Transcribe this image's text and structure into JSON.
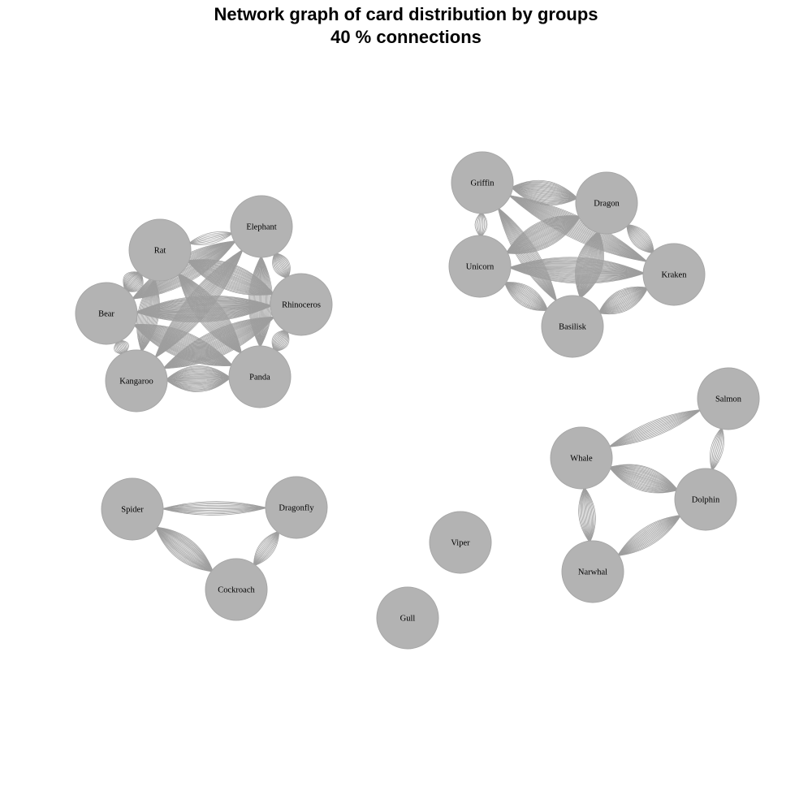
{
  "title": {
    "line1": "Network graph of card distribution by groups",
    "line2": "40 % connections"
  },
  "colors": {
    "node": "#b3b3b3",
    "edge": "#9e9e9e",
    "background": "#ffffff"
  },
  "nodes": [
    {
      "id": "rat",
      "label": "Rat"
    },
    {
      "id": "elephant",
      "label": "Elephant"
    },
    {
      "id": "bear",
      "label": "Bear"
    },
    {
      "id": "rhinoceros",
      "label": "Rhinoceros"
    },
    {
      "id": "kangaroo",
      "label": "Kangaroo"
    },
    {
      "id": "panda",
      "label": "Panda"
    },
    {
      "id": "griffin",
      "label": "Griffin"
    },
    {
      "id": "dragon",
      "label": "Dragon"
    },
    {
      "id": "unicorn",
      "label": "Unicorn"
    },
    {
      "id": "kraken",
      "label": "Kraken"
    },
    {
      "id": "basilisk",
      "label": "Basilisk"
    },
    {
      "id": "salmon",
      "label": "Salmon"
    },
    {
      "id": "whale",
      "label": "Whale"
    },
    {
      "id": "dolphin",
      "label": "Dolphin"
    },
    {
      "id": "narwhal",
      "label": "Narwhal"
    },
    {
      "id": "spider",
      "label": "Spider"
    },
    {
      "id": "dragonfly",
      "label": "Dragonfly"
    },
    {
      "id": "cockroach",
      "label": "Cockroach"
    },
    {
      "id": "viper",
      "label": "Viper"
    },
    {
      "id": "gull",
      "label": "Gull"
    }
  ],
  "edges": [
    {
      "source": "rat",
      "target": "elephant",
      "count": 8
    },
    {
      "source": "rat",
      "target": "bear",
      "count": 22
    },
    {
      "source": "rat",
      "target": "rhinoceros",
      "count": 30
    },
    {
      "source": "rat",
      "target": "kangaroo",
      "count": 22
    },
    {
      "source": "rat",
      "target": "panda",
      "count": 28
    },
    {
      "source": "elephant",
      "target": "bear",
      "count": 30
    },
    {
      "source": "elephant",
      "target": "rhinoceros",
      "count": 16
    },
    {
      "source": "elephant",
      "target": "kangaroo",
      "count": 26
    },
    {
      "source": "elephant",
      "target": "panda",
      "count": 26
    },
    {
      "source": "bear",
      "target": "rhinoceros",
      "count": 34
    },
    {
      "source": "bear",
      "target": "kangaroo",
      "count": 14
    },
    {
      "source": "bear",
      "target": "panda",
      "count": 32
    },
    {
      "source": "rhinoceros",
      "target": "kangaroo",
      "count": 30
    },
    {
      "source": "rhinoceros",
      "target": "panda",
      "count": 16
    },
    {
      "source": "kangaroo",
      "target": "panda",
      "count": 30
    },
    {
      "source": "griffin",
      "target": "dragon",
      "count": 26
    },
    {
      "source": "griffin",
      "target": "unicorn",
      "count": 10
    },
    {
      "source": "griffin",
      "target": "kraken",
      "count": 24
    },
    {
      "source": "griffin",
      "target": "basilisk",
      "count": 20
    },
    {
      "source": "dragon",
      "target": "unicorn",
      "count": 30
    },
    {
      "source": "dragon",
      "target": "kraken",
      "count": 16
    },
    {
      "source": "dragon",
      "target": "basilisk",
      "count": 30
    },
    {
      "source": "unicorn",
      "target": "kraken",
      "count": 30
    },
    {
      "source": "unicorn",
      "target": "basilisk",
      "count": 20
    },
    {
      "source": "kraken",
      "target": "basilisk",
      "count": 22
    },
    {
      "source": "salmon",
      "target": "whale",
      "count": 14
    },
    {
      "source": "salmon",
      "target": "dolphin",
      "count": 10
    },
    {
      "source": "whale",
      "target": "dolphin",
      "count": 26
    },
    {
      "source": "whale",
      "target": "narwhal",
      "count": 16
    },
    {
      "source": "dolphin",
      "target": "narwhal",
      "count": 18
    },
    {
      "source": "spider",
      "target": "dragonfly",
      "count": 12
    },
    {
      "source": "spider",
      "target": "cockroach",
      "count": 24
    },
    {
      "source": "dragonfly",
      "target": "cockroach",
      "count": 14
    }
  ]
}
